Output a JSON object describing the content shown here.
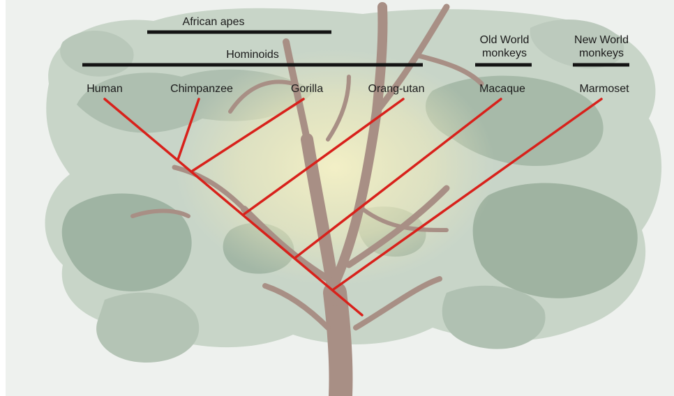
{
  "groups": {
    "african_apes": "African apes",
    "hominoids": "Hominoids",
    "old_world_line1": "Old World",
    "old_world_line2": "monkeys",
    "new_world_line1": "New World",
    "new_world_line2": "monkeys"
  },
  "species": {
    "human": "Human",
    "chimpanzee": "Chimpanzee",
    "gorilla": "Gorilla",
    "orangutan": "Orang-utan",
    "macaque": "Macaque",
    "marmoset": "Marmoset"
  },
  "colors": {
    "branch": "#d8211b",
    "bracket": "#141414",
    "trunk": "#a88f85",
    "foliage_light": "#c6d3c6",
    "foliage_mid": "#a9bcab",
    "foliage_dark": "#8fa693",
    "glow": "#f2efc4"
  }
}
